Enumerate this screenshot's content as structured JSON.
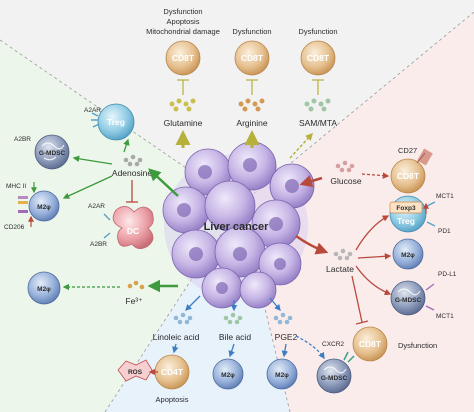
{
  "colors": {
    "top_bg": "#f2f2f2",
    "left_bg": "#edf6ea",
    "right_bg": "#fbecec",
    "bottom_bg": "#e8f2fb",
    "tumor": "#b9a6dc",
    "tumor_dark": "#8f79c2",
    "cd8t": "#d9b07a",
    "treg": "#7fc2dc",
    "m2": "#7f9fd0",
    "mdsc": "#6d7fa6",
    "dc": "#e79aa2",
    "green_arrow": "#3d9a3d",
    "olive_arrow": "#b7b03a",
    "red_arrow": "#b84a3c",
    "blue_arrow": "#3b7ec6"
  },
  "center": {
    "label": "Liver cancer"
  },
  "top": {
    "cell_label": "CD8T",
    "cd8_left_notes": [
      "Dysfunction",
      "Apoptosis",
      "Mitochondrial damage"
    ],
    "cd8_mid_note": "Dysfunction",
    "cd8_right_note": "Dysfunction",
    "metabolites": [
      "Glutamine",
      "Arginine",
      "SAM/MTA"
    ]
  },
  "left": {
    "adenosine": "Adenosine",
    "treg": "Treg",
    "a2ar_treg": "A2AR",
    "a2br_mdsc": "A2BR",
    "gmdsc": "G-MDSC",
    "mhc": "MHC II",
    "m2": "M2φ",
    "cd206": "CD206",
    "a2ar_dc": "A2AR",
    "a2br_dc": "A2BR",
    "dc": "DC",
    "iron": "Fe³⁺",
    "m2_bottom": "M2φ"
  },
  "right": {
    "glucose": "Glucose",
    "cd27": "CD27",
    "cd8t": "CD8T",
    "mct1_top": "MCT1",
    "foxp3": "Foxp3",
    "treg": "Treg",
    "pd1": "PD1",
    "lactate": "Lactate",
    "m2": "M2φ",
    "pdl1": "PD-L1",
    "gmdsc": "G-MDSC",
    "mct1_bottom": "MCT1",
    "cd8t_bottom": "CD8T",
    "dysfunction": "Dysfunction"
  },
  "bottom": {
    "linoleic": "Linoleic acid",
    "bile": "Bile acid",
    "pge2": "PGE2",
    "ros": "ROS",
    "cd4t": "CD4T",
    "apoptosis": "Apoptosis",
    "m2_a": "M2φ",
    "m2_b": "M2φ",
    "cxcr2": "CXCR2",
    "gmdsc": "G-MDSC"
  }
}
